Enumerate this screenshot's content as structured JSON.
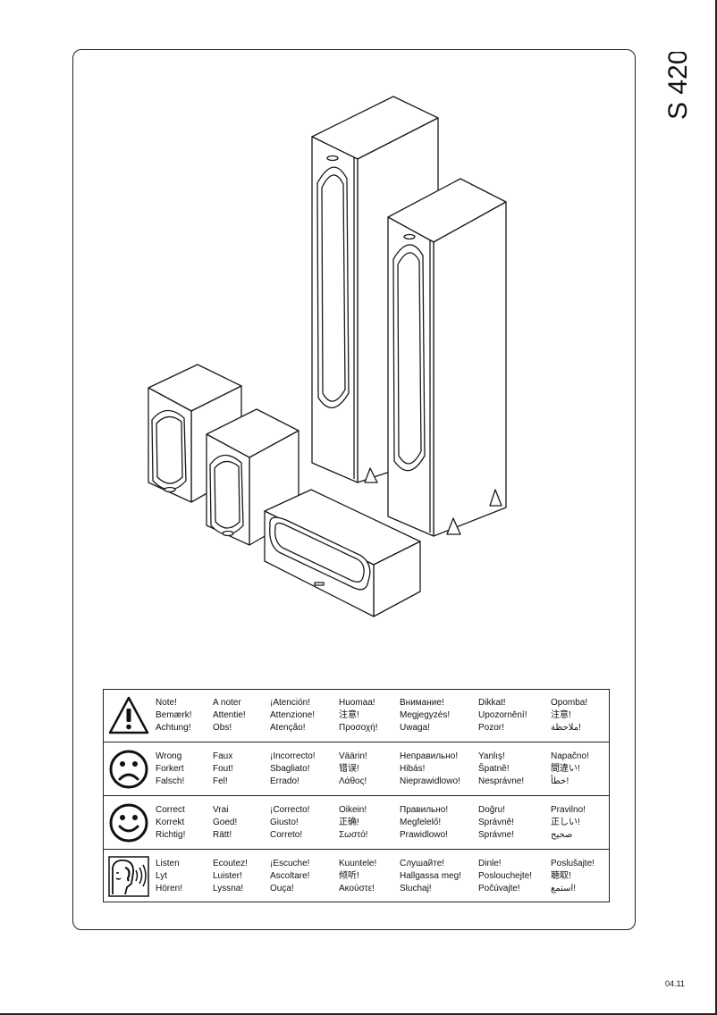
{
  "document": {
    "model": "S 420",
    "code": "04.11"
  },
  "notes": [
    {
      "icon": "warning-triangle-icon",
      "columns": [
        [
          "Note!",
          "Bemærk!",
          "Achtung!"
        ],
        [
          "A noter",
          "Attentie!",
          "Obs!"
        ],
        [
          "¡Atención!",
          "Attenzione!",
          "Atenção!"
        ],
        [
          "Huomaa!",
          "注意!",
          "Προσοχή!"
        ],
        [
          "Внимание!",
          "Megjegyzés!",
          "Uwaga!"
        ],
        [
          "Dikkat!",
          "Upozornění!",
          "Pozor!"
        ],
        [
          "Opomba!",
          "注意!",
          "ملاحظة!"
        ]
      ]
    },
    {
      "icon": "sad-face-icon",
      "columns": [
        [
          "Wrong",
          "Forkert",
          "Falsch!"
        ],
        [
          "Faux",
          "Fout!",
          "Fel!"
        ],
        [
          "¡Incorrecto!",
          "Sbagliato!",
          "Errado!"
        ],
        [
          "Väärin!",
          "错误!",
          "Λάθος!"
        ],
        [
          "Неправильно!",
          "Hibás!",
          "Nieprawidlowo!"
        ],
        [
          "Yanlış!",
          "Špatně!",
          "Nesprávne!"
        ],
        [
          "Napačno!",
          "間違い!",
          "خطأ!"
        ]
      ]
    },
    {
      "icon": "happy-face-icon",
      "columns": [
        [
          "Correct",
          "Korrekt",
          "Richtig!"
        ],
        [
          "Vrai",
          "Goed!",
          "Rätt!"
        ],
        [
          "¡Correcto!",
          "Giusto!",
          "Correto!"
        ],
        [
          "Oikein!",
          "正确!",
          "Σωστό!"
        ],
        [
          "Правильно!",
          "Megfelelő!",
          "Prawidlowo!"
        ],
        [
          "Doğru!",
          "Správně!",
          "Správne!"
        ],
        [
          "Pravilno!",
          "正しい!",
          "صحيح"
        ]
      ]
    },
    {
      "icon": "listen-ear-icon",
      "columns": [
        [
          "Listen",
          "Lyt",
          "Hören!"
        ],
        [
          "Ecoutez!",
          "Luister!",
          "Lyssna!"
        ],
        [
          "¡Escuche!",
          "Ascoltare!",
          "Ouça!"
        ],
        [
          "Kuuntele!",
          "倾听!",
          "Ακούστε!"
        ],
        [
          "Слушайте!",
          "Hallgassa meg!",
          "Sluchaj!"
        ],
        [
          "Dinle!",
          "Poslouchejte!",
          "Počúvajte!"
        ],
        [
          "Poslušajte!",
          "聴取!",
          "استمع!"
        ]
      ]
    }
  ]
}
